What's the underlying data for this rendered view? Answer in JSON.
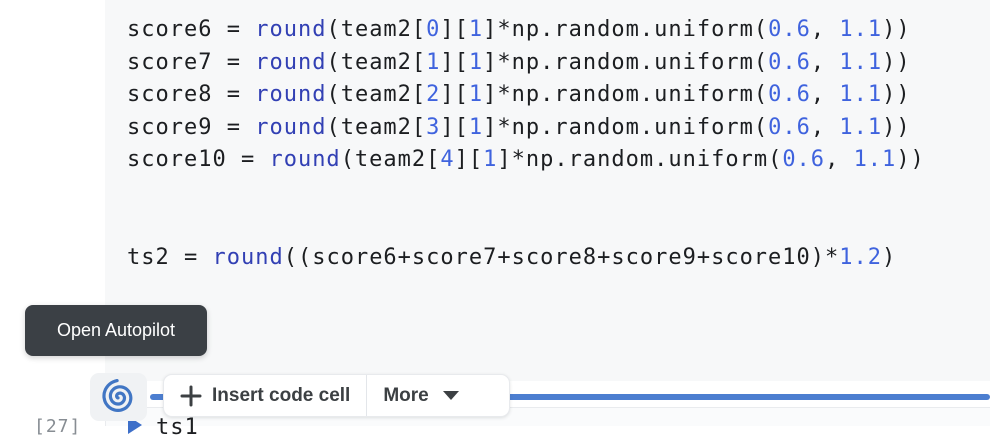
{
  "code_cell": {
    "language": "python",
    "lines": [
      [
        [
          "score6 = ",
          "p"
        ],
        [
          "round",
          "k"
        ],
        [
          "(team2[",
          "p"
        ],
        [
          "0",
          "n"
        ],
        [
          "][",
          "p"
        ],
        [
          "1",
          "n"
        ],
        [
          "]*np.random.uniform(",
          "p"
        ],
        [
          "0.6",
          "n"
        ],
        [
          ", ",
          "p"
        ],
        [
          "1.1",
          "n"
        ],
        [
          "))",
          "p"
        ]
      ],
      [
        [
          "score7 = ",
          "p"
        ],
        [
          "round",
          "k"
        ],
        [
          "(team2[",
          "p"
        ],
        [
          "1",
          "n"
        ],
        [
          "][",
          "p"
        ],
        [
          "1",
          "n"
        ],
        [
          "]*np.random.uniform(",
          "p"
        ],
        [
          "0.6",
          "n"
        ],
        [
          ", ",
          "p"
        ],
        [
          "1.1",
          "n"
        ],
        [
          "))",
          "p"
        ]
      ],
      [
        [
          "score8 = ",
          "p"
        ],
        [
          "round",
          "k"
        ],
        [
          "(team2[",
          "p"
        ],
        [
          "2",
          "n"
        ],
        [
          "][",
          "p"
        ],
        [
          "1",
          "n"
        ],
        [
          "]*np.random.uniform(",
          "p"
        ],
        [
          "0.6",
          "n"
        ],
        [
          ", ",
          "p"
        ],
        [
          "1.1",
          "n"
        ],
        [
          "))",
          "p"
        ]
      ],
      [
        [
          "score9 = ",
          "p"
        ],
        [
          "round",
          "k"
        ],
        [
          "(team2[",
          "p"
        ],
        [
          "3",
          "n"
        ],
        [
          "][",
          "p"
        ],
        [
          "1",
          "n"
        ],
        [
          "]*np.random.uniform(",
          "p"
        ],
        [
          "0.6",
          "n"
        ],
        [
          ", ",
          "p"
        ],
        [
          "1.1",
          "n"
        ],
        [
          "))",
          "p"
        ]
      ],
      [
        [
          "score10 = ",
          "p"
        ],
        [
          "round",
          "k"
        ],
        [
          "(team2[",
          "p"
        ],
        [
          "4",
          "n"
        ],
        [
          "][",
          "p"
        ],
        [
          "1",
          "n"
        ],
        [
          "]*np.random.uniform(",
          "p"
        ],
        [
          "0.6",
          "n"
        ],
        [
          ", ",
          "p"
        ],
        [
          "1.1",
          "n"
        ],
        [
          "))",
          "p"
        ]
      ],
      [],
      [],
      [
        [
          "ts2 = ",
          "p"
        ],
        [
          "round",
          "k"
        ],
        [
          "((score6+score7+score8+score9+score10)*",
          "p"
        ],
        [
          "1.2",
          "n"
        ],
        [
          ")",
          "p"
        ]
      ]
    ]
  },
  "tooltip": {
    "label": "Open Autopilot"
  },
  "toolbar": {
    "insert_label": "Insert code cell",
    "more_label": "More"
  },
  "next_cell": {
    "execution_count": "[27]",
    "code_fragment": "ts1"
  },
  "icons": {
    "autopilot": "spiral-icon",
    "insert": "plus-icon",
    "more": "caret-down-icon",
    "run": "play-icon"
  },
  "colors": {
    "accent_blue": "#4c7ed0",
    "keyword_blue": "#3240b4",
    "number_blue": "#3f63de",
    "code_text": "#1c1e21",
    "cell_bg": "#f7f8f9",
    "tooltip_bg": "#3b4045",
    "toolbar_text": "#3c4043"
  }
}
